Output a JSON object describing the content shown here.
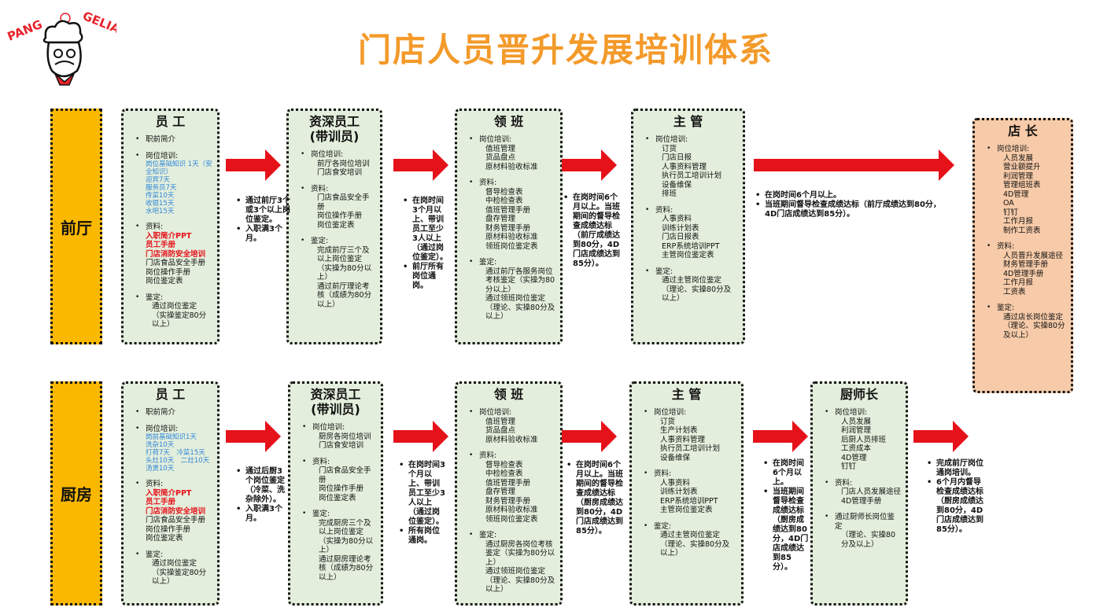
{
  "brand": {
    "left": "PANG",
    "right": "GELIA"
  },
  "title": "门店人员晋升发展培训体系",
  "colors": {
    "title": "#f39a2a",
    "arrow": "#e6121a",
    "row_label_bg": "#fbb800",
    "box_bg": "#e3eedc",
    "manager_bg": "#f7cba9",
    "blue_text": "#2f86d8",
    "red_text": "#e6121a"
  },
  "rows": [
    {
      "label": "前厅",
      "stages": [
        {
          "title": [
            "员 工"
          ],
          "sections": [
            {
              "lines": [
                "职前简介"
              ]
            },
            {
              "lines": [
                "岗位培训:"
              ],
              "blue": [
                "岗位基础知识 1天（安全知识）",
                "迎宾7天",
                "服务员7天",
                "传菜10天",
                "收银15天",
                "水吧15天"
              ]
            },
            {
              "lines": [
                "资料:"
              ],
              "red": [
                "入职简介PPT",
                "员工手册",
                "门店消防安全培训"
              ],
              "after": [
                "门店食品安全手册",
                "岗位操作手册",
                "岗位鉴定表"
              ]
            },
            {
              "lines": [
                "鉴定:",
                "通过岗位鉴定",
                "（实操鉴定80分以上）"
              ]
            }
          ]
        },
        {
          "title": [
            "资深员工",
            "(带训员)"
          ],
          "sections": [
            {
              "lines": [
                "岗位培训:",
                "前厅各岗位培训",
                "门店食安培训"
              ]
            },
            {
              "lines": [
                "资料:",
                "门店食品安全手册",
                "岗位操作手册",
                "岗位鉴定表"
              ]
            },
            {
              "lines": [
                "鉴定:",
                "完成前厅三个及以上岗位鉴定（实操为80分以上）",
                "通过前厅理论考核（成绩为80分以上）"
              ]
            }
          ]
        },
        {
          "title": [
            "领 班"
          ],
          "sections": [
            {
              "lines": [
                "岗位培训:",
                "值班管理",
                "货品盘点",
                "原材料验收标准"
              ]
            },
            {
              "lines": [
                "资料:",
                "督导检查表",
                "中检检查表",
                "值班管理手册",
                "盘存管理",
                "财务管理手册",
                "原材料验收标准",
                "领班岗位鉴定表"
              ]
            },
            {
              "lines": [
                "鉴定:",
                "通过前厅各服务岗位考核鉴定（实操为80分以上）",
                "通过领班岗位鉴定（理论、实操80分及以上）"
              ]
            }
          ]
        },
        {
          "title": [
            "主 管"
          ],
          "sections": [
            {
              "lines": [
                "岗位培训:",
                "订货",
                "门店日报",
                "人事资料管理",
                "执行员工培训计划",
                "设备维保",
                "排班"
              ]
            },
            {
              "lines": [
                "资料:",
                "人事资料",
                "训练计划表",
                "门店日报表",
                "ERP系统培训PPT",
                "主管岗位鉴定表"
              ]
            },
            {
              "lines": [
                "鉴定:",
                "通过主管岗位鉴定",
                "（理论、实操80分及以上）"
              ]
            }
          ]
        }
      ],
      "notes": [
        [
          "通过前厅3个或3个以上岗位鉴定。",
          "入职满3个月。"
        ],
        [
          "在岗时间3个月以上、带训员工至少3人以上（通过岗位鉴定）。",
          "前厅所有岗位通岗。"
        ],
        [
          "在岗时间6个月以上。当班期间的督导检查成绩达标（前厅成绩达到80分，4D门店成绩达到85分）。"
        ],
        [
          "在岗时间6个月以上。",
          "当班期间督导检查成绩达标（前厅成绩达到80分，4D门店成绩达到85分）。"
        ]
      ]
    },
    {
      "label": "厨房",
      "stages": [
        {
          "title": [
            "员 工"
          ],
          "sections": [
            {
              "lines": [
                "职前简介"
              ]
            },
            {
              "lines": [
                "岗位培训:"
              ],
              "blue": [
                "岗前基础知识1天",
                "洗杂10天",
                "打荷7天　冷菜15天",
                "头灶10天　二灶10天",
                "汤煲10天"
              ]
            },
            {
              "lines": [
                "资料:"
              ],
              "red": [
                "入职简介PPT",
                "员工手册",
                "门店消防安全培训"
              ],
              "after": [
                "门店食品安全手册",
                "岗位操作手册",
                "岗位鉴定表"
              ]
            },
            {
              "lines": [
                "鉴定:",
                "通过岗位鉴定",
                "（实操鉴定80分以上）"
              ]
            }
          ]
        },
        {
          "title": [
            "资深员工",
            "(带训员)"
          ],
          "sections": [
            {
              "lines": [
                "岗位培训:",
                "厨房各岗位培训",
                "门店食安培训"
              ]
            },
            {
              "lines": [
                "资料:",
                "门店食品安全手册",
                "岗位操作手册",
                "岗位鉴定表"
              ]
            },
            {
              "lines": [
                "鉴定:",
                "完成厨房三个及以上岗位鉴定（实操为80分以上）",
                "通过厨房理论考核（成绩为80分以上）"
              ]
            }
          ]
        },
        {
          "title": [
            "领 班"
          ],
          "sections": [
            {
              "lines": [
                "岗位培训:",
                "值班管理",
                "货品盘点",
                "原材料验收标准"
              ]
            },
            {
              "lines": [
                "资料:",
                "督导检查表",
                "中检检查表",
                "值班管理手册",
                "盘存管理",
                "财务管理手册",
                "原材料验收标准",
                "领班岗位鉴定表"
              ]
            },
            {
              "lines": [
                "鉴定:",
                "通过厨房各岗位考核鉴定（实操为80分以上）",
                "通过领班岗位鉴定（理论、实操80分及以上）"
              ]
            }
          ]
        },
        {
          "title": [
            "主 管"
          ],
          "sections": [
            {
              "lines": [
                "岗位培训:",
                "订货",
                "生产计划表",
                "人事资料管理",
                "执行员工培训计划",
                "设备维保"
              ]
            },
            {
              "lines": [
                "资料:",
                "人事资料",
                "训练计划表",
                "ERP系统培训PPT",
                "主管岗位鉴定表"
              ]
            },
            {
              "lines": [
                "鉴定:",
                "通过主管岗位鉴定",
                "（理论、实操80分及以上）"
              ]
            }
          ]
        },
        {
          "title": [
            "厨师长"
          ],
          "sections": [
            {
              "lines": [
                "岗位培训:",
                "人员发展",
                "利润管理",
                "后厨人员排班",
                "工资成本",
                "4D管理",
                "钉钉"
              ]
            },
            {
              "lines": [
                "资料:",
                "门店人员发展途径",
                "4D管理手册"
              ]
            },
            {
              "lines": [
                "通过厨师长岗位鉴定",
                "（理论、实操80分及以上）"
              ]
            }
          ]
        }
      ],
      "notes": [
        [
          "通过后厨3个岗位鉴定（冷菜、洗杂除外）。",
          "入职满3个月。"
        ],
        [
          "在岗时间3个月以上、带训员工至少3人以上（通过岗位鉴定）。",
          "所有岗位通岗。"
        ],
        [
          "在岗时间6个月以上。当班期间的督导检查成绩达标（厨房成绩达到80分，4D门店成绩达到85分）。"
        ],
        [
          "在岗时间6个月以上。",
          "当班期间督导检查成绩达标（厨房成绩达到80分，4D门店成绩达到85分）。"
        ],
        [
          "完成前厅岗位通岗培训。",
          "6个月内督导检查成绩达标（厨房成绩达到80分，4D门店成绩达到85分）。"
        ]
      ]
    }
  ],
  "store_manager": {
    "title": [
      "店 长"
    ],
    "sections": [
      {
        "lines": [
          "岗位培训:",
          "人员发展",
          "营业额提升",
          "利润管理",
          "管理组班表",
          "4D管理",
          "OA",
          "钉钉",
          "工作月报",
          "制作工资表"
        ]
      },
      {
        "lines": [
          "资料:",
          "人员晋升发展途径",
          "财务管理手册",
          "4D管理手册",
          "工作月报",
          "工资表"
        ]
      },
      {
        "lines": [
          "鉴定:",
          "通过店长岗位鉴定",
          "（理论、实操80分及以上）"
        ]
      }
    ]
  }
}
